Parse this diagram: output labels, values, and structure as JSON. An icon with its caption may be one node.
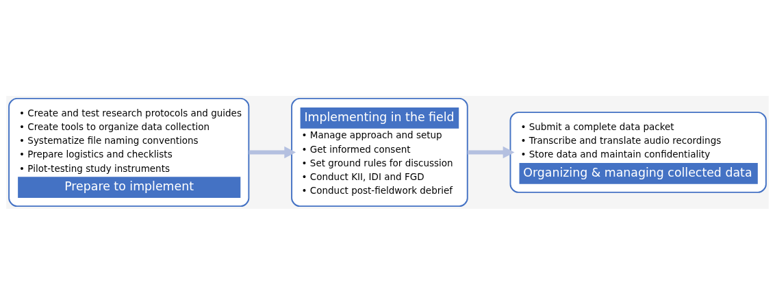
{
  "diagram": {
    "nodes": [
      {
        "text": [
          "• Create and test research protocols and guides",
          "• Create tools to organize data collection",
          "• Systematize file naming conventions",
          "• Prepare logistics and checklists",
          "• Pilot-testing study instruments",
          "Prepare to implement"
        ]
      },
      {
        "text": [
          "Implementing in the field",
          "• Manage approach and setup",
          "• Get informed consent",
          "• Set ground rules for discussion",
          "• Conduct KII, IDI and FGD",
          "• Conduct post-fieldwork debrief"
        ]
      },
      {
        "text": [
          "• Submit a complete data packet",
          "• Transcribe and translate audio recordings",
          "• Store data and maintain confidentiality",
          "Organizing & managing collected data"
        ]
      }
    ],
    "edges": [
      {
        "from": 0,
        "to": 1,
        "arrow": "to"
      },
      {
        "from": 1,
        "to": 2,
        "arrow": "to"
      }
    ]
  }
}
